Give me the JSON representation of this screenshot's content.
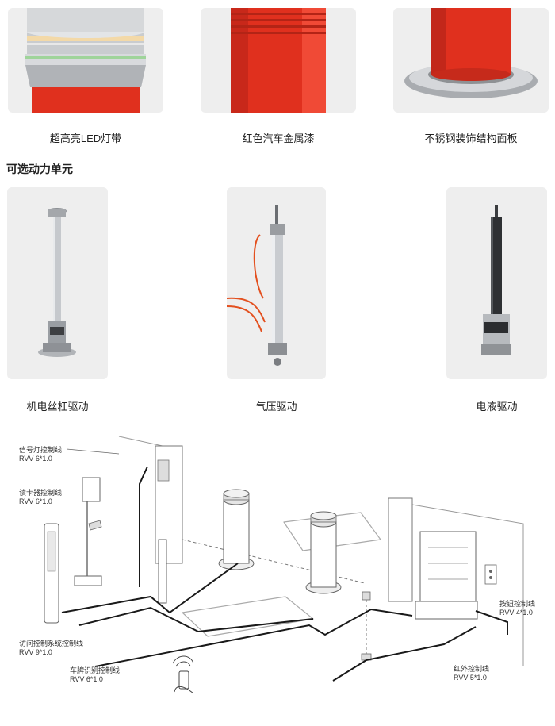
{
  "features": [
    {
      "label": "超高亮LED灯带",
      "icon": "led-band-bollard-top"
    },
    {
      "label": "红色汽车金属漆",
      "icon": "red-painted-column"
    },
    {
      "label": "不锈钢装饰结构面板",
      "icon": "stainless-base-panel"
    }
  ],
  "section_title": "可选动力单元",
  "power_units": [
    {
      "label": "机电丝杠驱动",
      "icon": "electromechanical-screw-drive"
    },
    {
      "label": "气压驱动",
      "icon": "pneumatic-cylinder"
    },
    {
      "label": "电液驱动",
      "icon": "electro-hydraulic-drive"
    }
  ],
  "colors": {
    "card_bg": "#eeeeee",
    "bollard_red": "#e0301e",
    "steel": "#b9bcc0"
  },
  "diagram": {
    "labels": [
      {
        "id": "signal",
        "name": "信号灯控制线",
        "spec": "RVV 6*1.0"
      },
      {
        "id": "card",
        "name": "读卡器控制线",
        "spec": "RVV 6*1.0"
      },
      {
        "id": "access",
        "name": "访问控制系统控制线",
        "spec": "RVV 9*1.0"
      },
      {
        "id": "plate",
        "name": "车牌识别控制线",
        "spec": "RVV 6*1.0"
      },
      {
        "id": "button",
        "name": "按钮控制线",
        "spec": "RVV 4*1.0"
      },
      {
        "id": "infrared",
        "name": "红外控制线",
        "spec": "RVV 5*1.0"
      }
    ]
  }
}
